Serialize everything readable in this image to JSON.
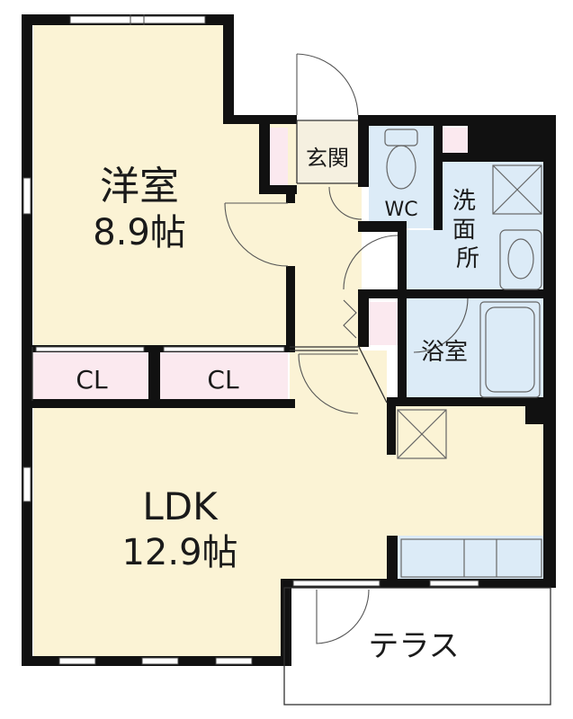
{
  "floor_plan": {
    "colors": {
      "wall": "#111111",
      "room_floor": "#fbf3d5",
      "wet_area": "#dcebf7",
      "closet": "#fbe9ef",
      "outdoor": "#ffffff"
    },
    "rooms": {
      "western": {
        "name": "洋室",
        "size": "8.9帖"
      },
      "ldk": {
        "name": "LDK",
        "size": "12.9帖"
      },
      "closet_left": {
        "name": "CL"
      },
      "closet_right": {
        "name": "CL"
      },
      "entrance": {
        "name": "玄関"
      },
      "toilet": {
        "name": "WC"
      },
      "washroom": {
        "name": "洗面所"
      },
      "bathroom": {
        "name": "浴室"
      },
      "terrace": {
        "name": "テラス"
      }
    }
  }
}
